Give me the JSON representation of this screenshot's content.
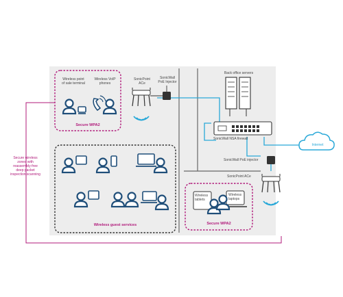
{
  "labels": {
    "wireless_pos": "Wireless point\nof sale terminal",
    "wireless_voip": "Wireless VoIP\nphones",
    "secure_wpa2_top": "Secure WPA2",
    "sonicpoint_top": "SonicPoint\nACe",
    "poe_top": "SonicWall\nPoE Injector",
    "back_office": "Back office servers",
    "nsa_firewall": "SonicWall NSA firewall",
    "internet": "Internet",
    "poe_bottom": "SonicWall PoE injector",
    "sonicpoint_bottom": "SonicPoint ACe",
    "guest_services": "Wireless guest services",
    "wireless_tablets": "Wireless\ntablets",
    "wireless_laptops": "Wireless\nlaptops",
    "secure_wpa2_bottom": "Secure WPA2",
    "side_note": "Secure wireless\nzones with\nreassembly-free\ndeep packet\ninspection scanning"
  },
  "colors": {
    "panel": "#ededed",
    "people": "#1f4e79",
    "magenta": "#b0197a",
    "cyan": "#28a8d8",
    "lines": "#666666"
  }
}
